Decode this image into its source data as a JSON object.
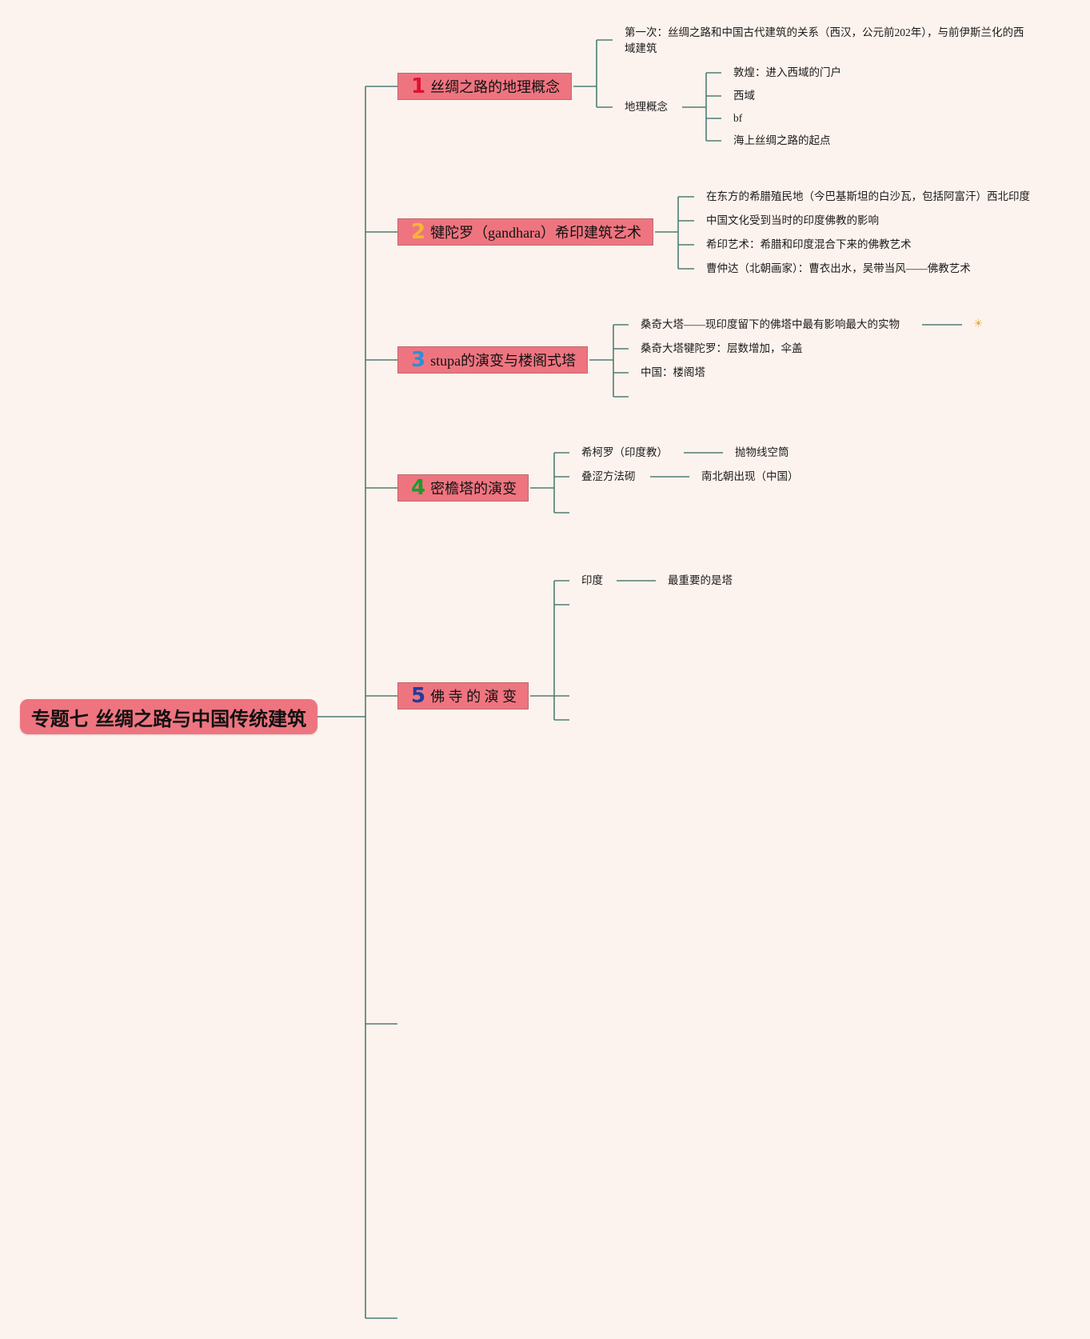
{
  "root": {
    "title": "专题七 丝绸之路与中国传统建筑"
  },
  "topics": [
    {
      "number": "1",
      "number_color": "#e0102f",
      "label": "丝绸之路的地理概念",
      "children": [
        {
          "label": "第一次：丝绸之路和中国古代建筑的关系（西汉，公元前202年），与前伊斯兰化的西域建筑"
        },
        {
          "label": "地理概念",
          "children": [
            "敦煌：进入西域的门户",
            "西域",
            "bf",
            "海上丝绸之路的起点"
          ]
        }
      ]
    },
    {
      "number": "2",
      "number_color": "#f4b733",
      "label": "犍陀罗（gandhara）希印建筑艺术",
      "children": [
        {
          "label": "在东方的希腊殖民地（今巴基斯坦的白沙瓦，包括阿富汗）西北印度"
        },
        {
          "label": "中国文化受到当时的印度佛教的影响"
        },
        {
          "label": "希印艺术：希腊和印度混合下来的佛教艺术"
        },
        {
          "label": "曹仲达（北朝画家）：曹衣出水，吴带当风——佛教艺术"
        }
      ]
    },
    {
      "number": "3",
      "number_color": "#2b8fd8",
      "label": "stupa的演变与楼阁式塔",
      "children": [
        {
          "label": "桑奇大塔——现印度留下的佛塔中最有影响最大的实物",
          "icon": "sun-icon"
        },
        {
          "label": "桑奇大塔犍陀罗：层数增加，伞盖"
        },
        {
          "label": "中国：楼阁塔"
        },
        {
          "label": ""
        }
      ]
    },
    {
      "number": "4",
      "number_color": "#1e9a2c",
      "label": "密檐塔的演变",
      "children": [
        {
          "label": "希柯罗（印度教）",
          "children": [
            "抛物线空筒"
          ]
        },
        {
          "label": "叠涩方法砌",
          "children": [
            "南北朝出现（中国）"
          ]
        },
        {
          "label": ""
        }
      ]
    },
    {
      "number": "5",
      "number_color": "#243a9a",
      "label": "佛 寺 的 演 变",
      "children": [
        {
          "label": "印度",
          "children": [
            "最重要的是塔"
          ]
        },
        {
          "label": ""
        },
        {
          "label": ""
        },
        {
          "label": ""
        }
      ]
    }
  ],
  "colors": {
    "line": "#4e7d72",
    "background": "#fdf3ee",
    "node": "#ee7580"
  }
}
